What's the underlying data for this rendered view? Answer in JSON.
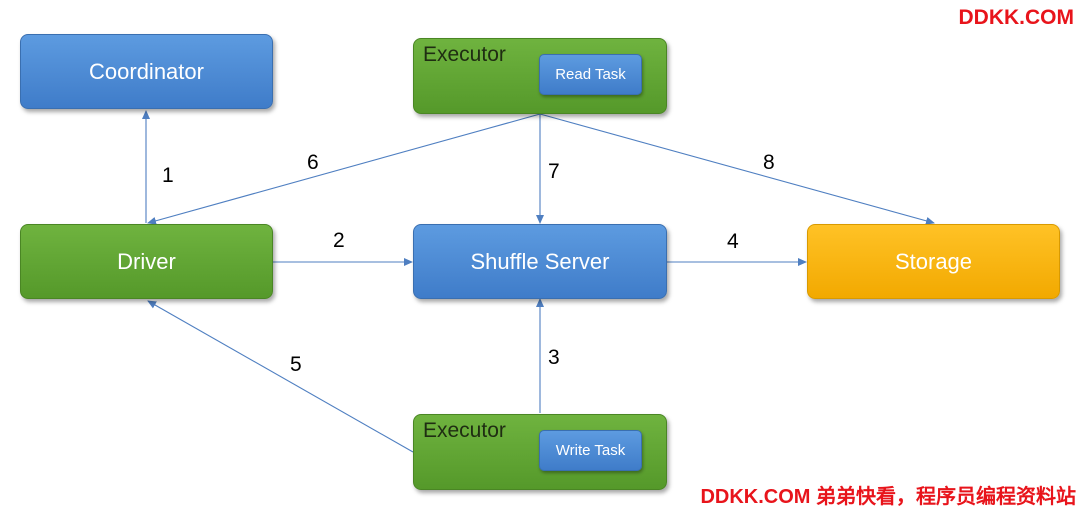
{
  "nodes": {
    "coordinator": "Coordinator",
    "driver": "Driver",
    "shuffle_server": "Shuffle Server",
    "storage": "Storage",
    "executor_read": {
      "title": "Executor",
      "task": "Read Task"
    },
    "executor_write": {
      "title": "Executor",
      "task": "Write Task"
    }
  },
  "edges": [
    {
      "label": "1",
      "from": "driver",
      "to": "coordinator"
    },
    {
      "label": "2",
      "from": "driver",
      "to": "shuffle_server"
    },
    {
      "label": "3",
      "from": "executor_write",
      "to": "shuffle_server"
    },
    {
      "label": "4",
      "from": "shuffle_server",
      "to": "storage"
    },
    {
      "label": "5",
      "from": "executor_write",
      "to": "driver"
    },
    {
      "label": "6",
      "from": "executor_read",
      "to": "driver"
    },
    {
      "label": "7",
      "from": "executor_read",
      "to": "shuffle_server"
    },
    {
      "label": "8",
      "from": "executor_read",
      "to": "storage"
    }
  ],
  "watermark": {
    "top": "DDKK.COM",
    "bottom": "DDKK.COM 弟弟快看，程序员编程资料站"
  },
  "colors": {
    "blue_box": "#4a88d6",
    "green_box": "#62a535",
    "orange_box": "#f7b500",
    "arrow": "#4f7fc1",
    "watermark": "#e8141b"
  }
}
